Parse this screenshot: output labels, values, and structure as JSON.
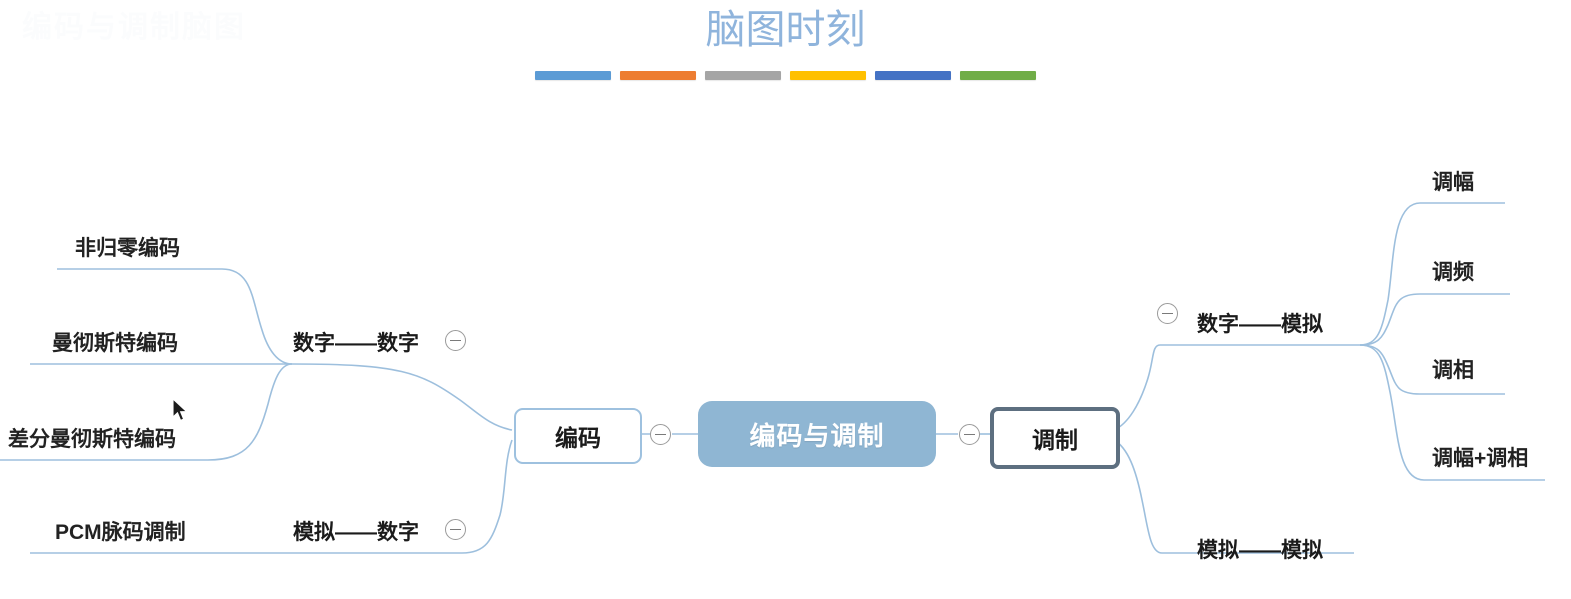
{
  "slide": {
    "title": "脑图时刻",
    "ghost_title": "编码与调制脑图",
    "title_color": "#8FB4DC",
    "accent_bars": [
      {
        "name": "bar-blue-light",
        "color": "#5B9BD5"
      },
      {
        "name": "bar-orange",
        "color": "#ED7D31"
      },
      {
        "name": "bar-gray",
        "color": "#A5A5A5"
      },
      {
        "name": "bar-yellow",
        "color": "#FFC000"
      },
      {
        "name": "bar-blue",
        "color": "#4472C4"
      },
      {
        "name": "bar-green",
        "color": "#70AD47"
      }
    ]
  },
  "mindmap": {
    "root": {
      "label": "编码与调制",
      "fill": "#8FB6D3",
      "text_color": "#ffffff"
    },
    "left_branch": {
      "label": "编码",
      "border_color": "#9EC1DF",
      "toggle_label": "collapse",
      "children": [
        {
          "label": "数字——数字",
          "toggle_label": "collapse",
          "children": [
            {
              "label": "非归零编码"
            },
            {
              "label": "曼彻斯特编码"
            },
            {
              "label": "差分曼彻斯特编码"
            }
          ]
        },
        {
          "label": "模拟——数字",
          "toggle_label": "collapse",
          "children": [
            {
              "label": "PCM脉码调制"
            }
          ]
        }
      ]
    },
    "right_branch": {
      "label": "调制",
      "border_color": "#5D6F80",
      "selected": "true",
      "toggle_label": "collapse",
      "children": [
        {
          "label": "数字——模拟",
          "toggle_label": "collapse",
          "children": [
            {
              "label": "调幅"
            },
            {
              "label": "调频"
            },
            {
              "label": "调相"
            },
            {
              "label": "调幅+调相"
            }
          ]
        },
        {
          "label": "模拟——模拟",
          "children": []
        }
      ]
    },
    "line_color": "#9DBFDD"
  }
}
